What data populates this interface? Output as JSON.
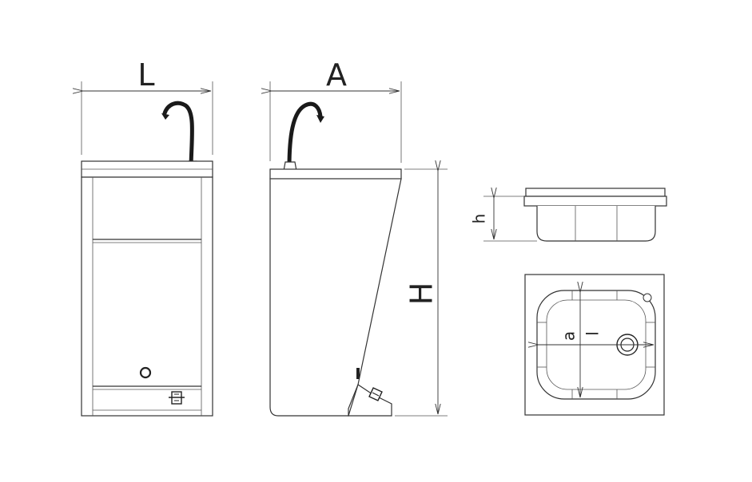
{
  "dimension_labels": {
    "length": "L",
    "depth": "A",
    "height": "H",
    "basin_height": "h",
    "basin_width": "a",
    "basin_length": "l"
  },
  "colors": {
    "line": "#333333",
    "hose": "#1a1a1a",
    "background": "#ffffff"
  }
}
